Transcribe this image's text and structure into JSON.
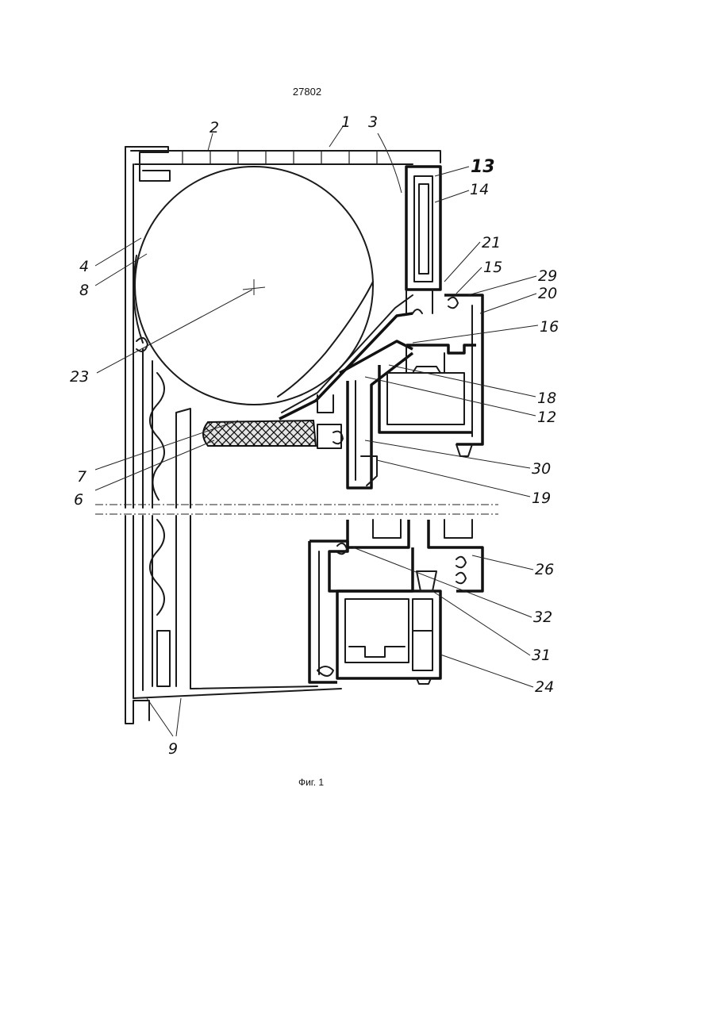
{
  "document": {
    "number": "27802",
    "caption": "Фиг. 1"
  },
  "labels": [
    "1",
    "2",
    "3",
    "13",
    "14",
    "21",
    "15",
    "29",
    "20",
    "16",
    "18",
    "12",
    "30",
    "19",
    "4",
    "8",
    "23",
    "7",
    "6",
    "26",
    "32",
    "31",
    "24",
    "9"
  ]
}
